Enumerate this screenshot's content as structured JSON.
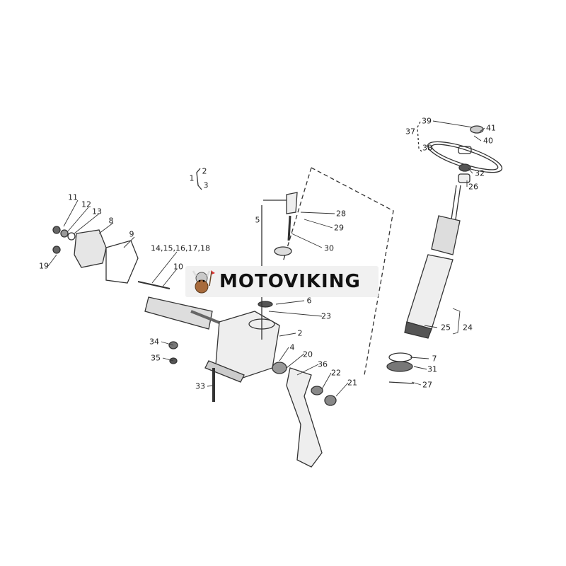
{
  "brand": {
    "name": "MOTOVIKING"
  },
  "callouts": {
    "c1": "1",
    "c2a": "2",
    "c3a": "3",
    "c5": "5",
    "c28": "28",
    "c29": "29",
    "c30": "30",
    "c11": "11",
    "c12": "12",
    "c13": "13",
    "c8": "8",
    "c9": "9",
    "c19": "19",
    "c14_18": "14,15,16,17,18",
    "c10": "10",
    "c6": "6",
    "c23": "23",
    "c2": "2",
    "c4": "4",
    "c20": "20",
    "c36": "36",
    "c22": "22",
    "c21": "21",
    "c34": "34",
    "c35": "35",
    "c33": "33",
    "c39": "39",
    "c41": "41",
    "c40": "40",
    "c37": "37",
    "c38": "38",
    "c32": "32",
    "c26": "26",
    "c25": "25",
    "c24": "24",
    "c7": "7",
    "c31": "31",
    "c27": "27"
  }
}
